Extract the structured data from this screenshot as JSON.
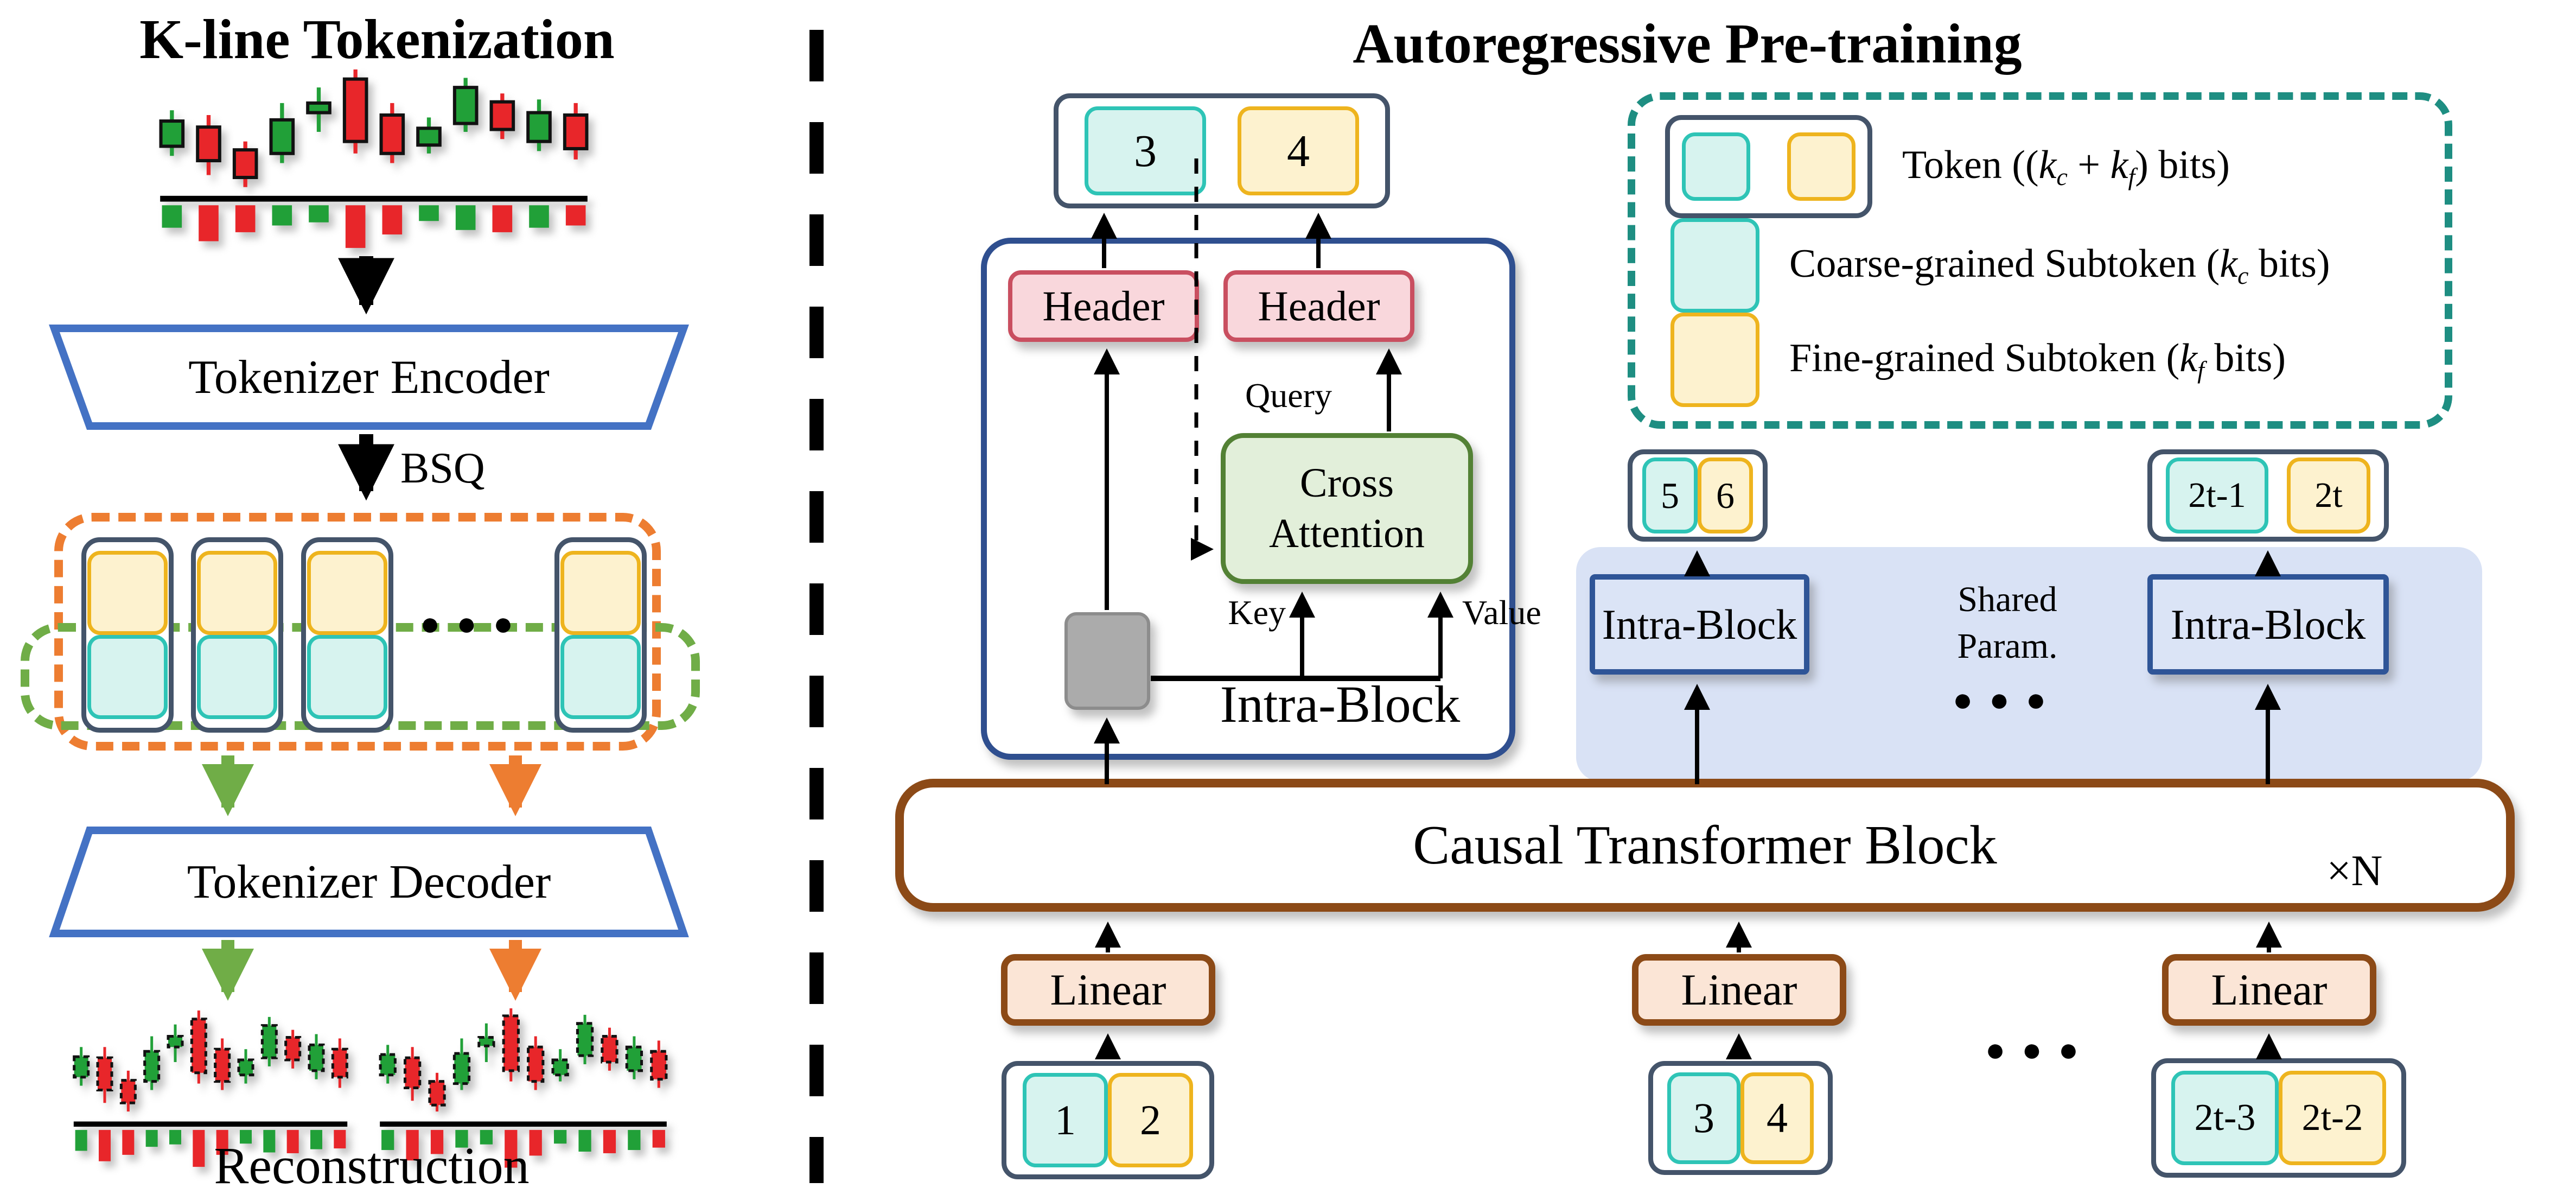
{
  "left": {
    "title": "K-line Tokenization",
    "encoder": "Tokenizer Encoder",
    "bsq": "BSQ",
    "decoder": "Tokenizer Decoder",
    "reconstruction": "Reconstruction",
    "ellipsis": "●●●"
  },
  "right": {
    "title": "Autoregressive Pre-training",
    "header1": "Header",
    "header2": "Header",
    "query": "Query",
    "key": "Key",
    "value": "Value",
    "cross_attention_line1": "Cross",
    "cross_attention_line2": "Attention",
    "intra_block": "Intra-Block",
    "intra_block_left": "Intra-Block",
    "intra_block_right": "Intra-Block",
    "shared_line1": "Shared",
    "shared_line2": "Param.",
    "dots_mid": "●●●",
    "dots_bottom": "●●●",
    "ctb": "Causal Transformer Block",
    "xn": "×N",
    "linear1": "Linear",
    "linear2": "Linear",
    "linear3": "Linear",
    "tokens": {
      "out_top": {
        "coarse": "3",
        "fine": "4"
      },
      "mid1": {
        "coarse": "5",
        "fine": "6"
      },
      "mid2": {
        "coarse": "2t-1",
        "fine": "2t"
      },
      "in1": {
        "coarse": "1",
        "fine": "2"
      },
      "in2": {
        "coarse": "3",
        "fine": "4"
      },
      "in3": {
        "coarse": "2t-3",
        "fine": "2t-2"
      }
    },
    "legend": {
      "token_label": [
        {
          "t": "Token (("
        },
        {
          "t": "k",
          "i": true
        },
        {
          "t": "c",
          "sub": true
        },
        {
          "t": " + "
        },
        {
          "t": "k",
          "i": true
        },
        {
          "t": "f",
          "sub": true
        },
        {
          "t": ") bits)"
        }
      ],
      "coarse_label": [
        {
          "t": "Coarse-grained Subtoken ("
        },
        {
          "t": "k",
          "i": true
        },
        {
          "t": "c",
          "sub": true
        },
        {
          "t": " bits)"
        }
      ],
      "fine_label": [
        {
          "t": "Fine-grained Subtoken ("
        },
        {
          "t": "k",
          "i": true
        },
        {
          "t": "f",
          "sub": true
        },
        {
          "t": " bits)"
        }
      ]
    }
  },
  "colors": {
    "coarse_fill": "#d7f3ef",
    "coarse_border": "#2ec4b6",
    "fine_fill": "#fdf2cf",
    "fine_border": "#eeb41e",
    "token_border": "#44546a",
    "header_fill": "#f9d7dc",
    "header_border": "#c94f60",
    "cross_attention_fill": "#e2efda",
    "cross_attention_border": "#538135",
    "intra_block_border": "#2f4f8f",
    "shared_area_fill": "#d9e2f5",
    "ctb_border": "#8c4a17",
    "linear_fill": "#fbe5d6",
    "legend_border": "#1e8e82",
    "orange_dash": "#ed7d31",
    "green_dash": "#70ad47",
    "encoder_border": "#4472c4",
    "candle_up": "#21a038",
    "candle_down": "#e8262a"
  },
  "chart_data": [
    {
      "name": "kline_input",
      "type": "candlestick",
      "note": "normalized 0-1 price/volume values read from figure",
      "candles": [
        {
          "c": "g",
          "w": [
            0.28,
            0.66
          ],
          "b": [
            0.36,
            0.57
          ],
          "v": 0.5
        },
        {
          "c": "r",
          "w": [
            0.12,
            0.62
          ],
          "b": [
            0.24,
            0.52
          ],
          "v": 0.8
        },
        {
          "c": "r",
          "w": [
            0.02,
            0.4
          ],
          "b": [
            0.1,
            0.33
          ],
          "v": 0.6
        },
        {
          "c": "g",
          "w": [
            0.22,
            0.72
          ],
          "b": [
            0.3,
            0.58
          ],
          "v": 0.45
        },
        {
          "c": "g",
          "w": [
            0.48,
            0.85
          ],
          "b": [
            0.64,
            0.72
          ],
          "v": 0.38
        },
        {
          "c": "r",
          "w": [
            0.3,
            1.0
          ],
          "b": [
            0.4,
            0.92
          ],
          "v": 0.95
        },
        {
          "c": "r",
          "w": [
            0.22,
            0.72
          ],
          "b": [
            0.3,
            0.62
          ],
          "v": 0.65
        },
        {
          "c": "g",
          "w": [
            0.3,
            0.6
          ],
          "b": [
            0.37,
            0.51
          ],
          "v": 0.35
        },
        {
          "c": "g",
          "w": [
            0.48,
            0.93
          ],
          "b": [
            0.55,
            0.85
          ],
          "v": 0.55
        },
        {
          "c": "r",
          "w": [
            0.42,
            0.8
          ],
          "b": [
            0.5,
            0.73
          ],
          "v": 0.6
        },
        {
          "c": "g",
          "w": [
            0.32,
            0.75
          ],
          "b": [
            0.4,
            0.64
          ],
          "v": 0.5
        },
        {
          "c": "r",
          "w": [
            0.25,
            0.72
          ],
          "b": [
            0.34,
            0.62
          ],
          "v": 0.45
        }
      ]
    },
    {
      "name": "reconstruction_left",
      "type": "candlestick",
      "dashed": true,
      "candles": [
        {
          "c": "g",
          "w": [
            0.28,
            0.64
          ],
          "b": [
            0.36,
            0.55
          ],
          "v": 0.52
        },
        {
          "c": "r",
          "w": [
            0.12,
            0.64
          ],
          "b": [
            0.24,
            0.54
          ],
          "v": 0.78
        },
        {
          "c": "r",
          "w": [
            0.04,
            0.42
          ],
          "b": [
            0.12,
            0.33
          ],
          "v": 0.62
        },
        {
          "c": "g",
          "w": [
            0.24,
            0.74
          ],
          "b": [
            0.32,
            0.6
          ],
          "v": 0.42
        },
        {
          "c": "g",
          "w": [
            0.5,
            0.85
          ],
          "b": [
            0.64,
            0.74
          ],
          "v": 0.36
        },
        {
          "c": "r",
          "w": [
            0.3,
            0.98
          ],
          "b": [
            0.4,
            0.9
          ],
          "v": 0.92
        },
        {
          "c": "r",
          "w": [
            0.24,
            0.72
          ],
          "b": [
            0.32,
            0.62
          ],
          "v": 0.62
        },
        {
          "c": "g",
          "w": [
            0.3,
            0.62
          ],
          "b": [
            0.38,
            0.52
          ],
          "v": 0.34
        },
        {
          "c": "g",
          "w": [
            0.46,
            0.92
          ],
          "b": [
            0.54,
            0.84
          ],
          "v": 0.56
        },
        {
          "c": "r",
          "w": [
            0.44,
            0.8
          ],
          "b": [
            0.52,
            0.73
          ],
          "v": 0.58
        },
        {
          "c": "g",
          "w": [
            0.34,
            0.76
          ],
          "b": [
            0.42,
            0.66
          ],
          "v": 0.48
        },
        {
          "c": "r",
          "w": [
            0.26,
            0.72
          ],
          "b": [
            0.36,
            0.62
          ],
          "v": 0.46
        }
      ]
    },
    {
      "name": "reconstruction_right",
      "type": "candlestick",
      "dashed": true,
      "candles": [
        {
          "c": "g",
          "w": [
            0.3,
            0.66
          ],
          "b": [
            0.38,
            0.57
          ],
          "v": 0.5
        },
        {
          "c": "r",
          "w": [
            0.14,
            0.64
          ],
          "b": [
            0.26,
            0.54
          ],
          "v": 0.76
        },
        {
          "c": "r",
          "w": [
            0.04,
            0.4
          ],
          "b": [
            0.1,
            0.32
          ],
          "v": 0.6
        },
        {
          "c": "g",
          "w": [
            0.24,
            0.72
          ],
          "b": [
            0.3,
            0.58
          ],
          "v": 0.44
        },
        {
          "c": "g",
          "w": [
            0.5,
            0.86
          ],
          "b": [
            0.65,
            0.73
          ],
          "v": 0.36
        },
        {
          "c": "r",
          "w": [
            0.32,
            1.0
          ],
          "b": [
            0.42,
            0.93
          ],
          "v": 0.94
        },
        {
          "c": "r",
          "w": [
            0.24,
            0.74
          ],
          "b": [
            0.32,
            0.64
          ],
          "v": 0.64
        },
        {
          "c": "g",
          "w": [
            0.32,
            0.62
          ],
          "b": [
            0.38,
            0.52
          ],
          "v": 0.34
        },
        {
          "c": "g",
          "w": [
            0.48,
            0.94
          ],
          "b": [
            0.56,
            0.86
          ],
          "v": 0.54
        },
        {
          "c": "r",
          "w": [
            0.42,
            0.82
          ],
          "b": [
            0.5,
            0.74
          ],
          "v": 0.58
        },
        {
          "c": "g",
          "w": [
            0.34,
            0.74
          ],
          "b": [
            0.42,
            0.64
          ],
          "v": 0.5
        },
        {
          "c": "r",
          "w": [
            0.26,
            0.7
          ],
          "b": [
            0.34,
            0.6
          ],
          "v": 0.44
        }
      ]
    }
  ]
}
